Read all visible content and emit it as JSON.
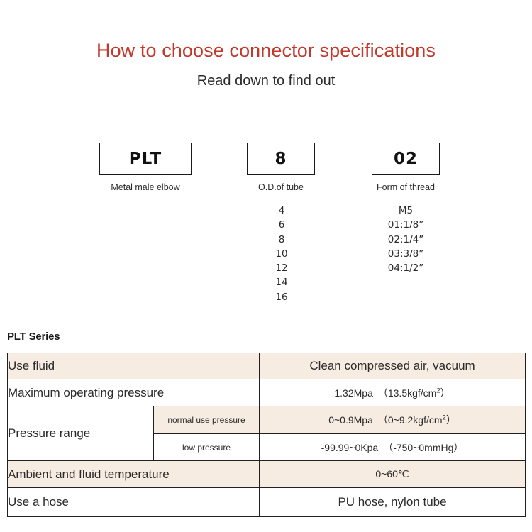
{
  "header": {
    "title": "How to choose connector specifications",
    "subtitle": "Read down to find out",
    "title_color": "#c0392b"
  },
  "code_breakdown": {
    "segments": [
      {
        "code": "PLT",
        "caption": "Metal male elbow",
        "options": []
      },
      {
        "code": "8",
        "caption": "O.D.of tube",
        "options": [
          "4",
          "6",
          "8",
          "10",
          "12",
          "14",
          "16"
        ]
      },
      {
        "code": "02",
        "caption": "Form of thread",
        "options": [
          "M5",
          "01:1/8”",
          "02:1/4”",
          "03:3/8”",
          "04:1/2”"
        ]
      }
    ]
  },
  "spec": {
    "series_heading": "PLT Series",
    "shade_color": "#f7ece2",
    "rows": [
      {
        "label": "Use fluid",
        "value": "Clean compressed air, vacuum"
      },
      {
        "label": "Maximum operating pressure",
        "value_html": "1.32Mpa （13.5kgf/cm<sup>2</sup>）"
      },
      {
        "label": "Pressure range",
        "sub_rows": [
          {
            "sub_label": "normal use pressure",
            "value_html": "0~0.9Mpa （0~9.2kgf/cm<sup>2</sup>）"
          },
          {
            "sub_label": "low pressure",
            "value_html": "-99.99~0Kpa （-750~0mmHg）"
          }
        ]
      },
      {
        "label": "Ambient and fluid temperature",
        "value": "0~60℃"
      },
      {
        "label": "Use a hose",
        "value": "PU hose, nylon tube"
      }
    ]
  }
}
